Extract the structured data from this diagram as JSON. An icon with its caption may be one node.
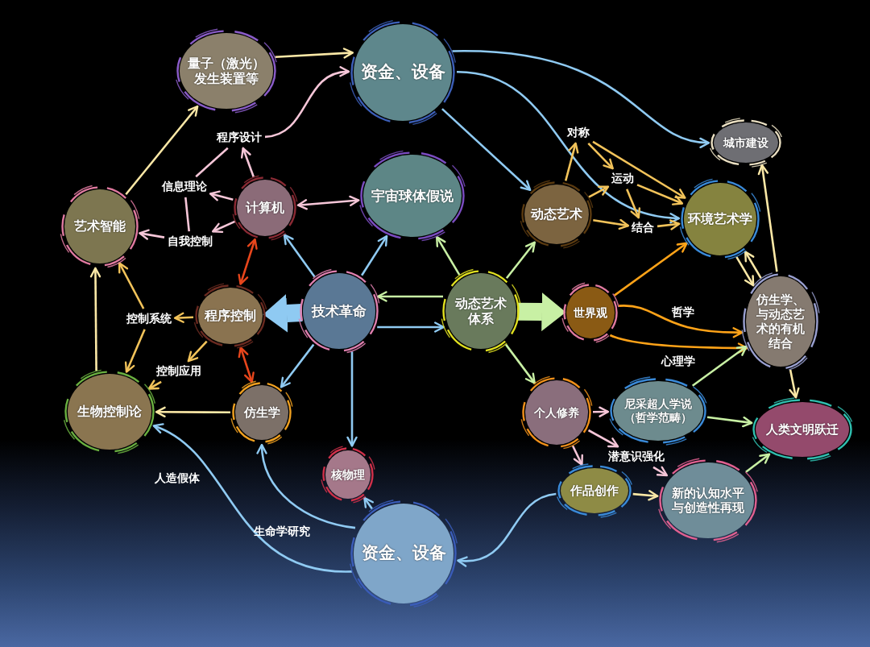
{
  "diagram": {
    "nodes": [
      {
        "text": [
          "量子（激光）发生装置等"
        ]
      },
      {
        "text": [
          "资金、设备"
        ]
      },
      {
        "text": [
          "城市建设"
        ]
      },
      {
        "text": [
          "程序设计"
        ]
      },
      {
        "text": [
          "对称"
        ]
      },
      {
        "text": [
          "宇宙球体假说"
        ]
      },
      {
        "text": [
          "信息理论"
        ]
      },
      {
        "text": [
          "计算机"
        ]
      },
      {
        "text": [
          "运动"
        ]
      },
      {
        "text": [
          "动态艺术"
        ]
      },
      {
        "text": [
          "艺术智能"
        ]
      },
      {
        "text": [
          "自我控制"
        ]
      },
      {
        "text": [
          "结合"
        ]
      },
      {
        "text": [
          "环境艺术学"
        ]
      },
      {
        "text": [
          "程序控制"
        ]
      },
      {
        "text": [
          "控制系统"
        ]
      },
      {
        "text": [
          "技术革命"
        ]
      },
      {
        "text": [
          "动态艺术体系"
        ]
      },
      {
        "text": [
          "世界观"
        ]
      },
      {
        "text": [
          "仿生学、与动态艺术的有机结合"
        ]
      },
      {
        "text": [
          "控制应用"
        ]
      },
      {
        "text": [
          "生物控制论"
        ]
      },
      {
        "text": [
          "仿生学"
        ]
      },
      {
        "text": [
          "个人修养"
        ]
      },
      {
        "text": [
          "尼采超人学说（哲学范畴）"
        ]
      },
      {
        "text": [
          "人类文明跃迁"
        ]
      },
      {
        "text": [
          "潜意识强化"
        ]
      },
      {
        "text": [
          "核物理"
        ]
      },
      {
        "text": [
          "作品创作"
        ]
      },
      {
        "text": [
          "新的认知水平与创造性再现"
        ]
      },
      {
        "text": [
          "资金、设备"
        ]
      }
    ],
    "edges": [
      {
        "from": 10,
        "to": 0,
        "arrow": "to",
        "color": "#fbe8a6"
      },
      {
        "from": 0,
        "to": 1,
        "arrow": "to",
        "color": "#fbe8a6"
      },
      {
        "from": 3,
        "to": 1,
        "arrow": "to",
        "color": "#f6c6d8"
      },
      {
        "from": 6,
        "to": 3,
        "arrow": "none",
        "color": "#f6c6d8"
      },
      {
        "from": 7,
        "to": 3,
        "arrow": "to",
        "color": "#f6c6d8"
      },
      {
        "from": 7,
        "to": 6,
        "arrow": "to",
        "color": "#f6c6d8"
      },
      {
        "from": 7,
        "to": 11,
        "arrow": "to",
        "color": "#f6c6d8"
      },
      {
        "from": 6,
        "to": 11,
        "arrow": "none",
        "color": "#f6c6d8"
      },
      {
        "from": 11,
        "to": 10,
        "arrow": "to",
        "color": "#f6c6d8"
      },
      {
        "from": 7,
        "to": 5,
        "arrow": "both",
        "color": "#f6c6d8"
      },
      {
        "from": 16,
        "to": 7,
        "arrow": "to"
      },
      {
        "from": 16,
        "to": 5,
        "arrow": "to"
      },
      {
        "from": 7,
        "to": 14,
        "arrow": "both",
        "color": "#e8461c"
      },
      {
        "from": 14,
        "to": 22,
        "arrow": "both",
        "color": "#e8461c"
      },
      {
        "from": 16,
        "to": 14,
        "arrow": "to",
        "style": "thick"
      },
      {
        "from": 14,
        "to": 15,
        "arrow": "to",
        "color": "#f2c35a"
      },
      {
        "from": 15,
        "to": 10,
        "arrow": "to",
        "color": "#f2c35a"
      },
      {
        "from": 15,
        "to": 21,
        "arrow": "to",
        "color": "#f2c35a"
      },
      {
        "from": 14,
        "to": 20,
        "arrow": "to",
        "color": "#f2c35a"
      },
      {
        "from": 20,
        "to": 21,
        "arrow": "to",
        "color": "#f2c35a"
      },
      {
        "from": 21,
        "to": 10,
        "arrow": "to",
        "color": "#fbe8a6"
      },
      {
        "from": 22,
        "to": 21,
        "arrow": "to",
        "color": "#fbe8a6"
      },
      {
        "from": 16,
        "to": 22,
        "arrow": "to"
      },
      {
        "from": 16,
        "to": 27,
        "arrow": "to"
      },
      {
        "from": 16,
        "to": 17,
        "arrow": "to"
      },
      {
        "from": 17,
        "to": 16,
        "arrow": "to",
        "color": "#c8f0a4"
      },
      {
        "from": 17,
        "to": 5,
        "arrow": "to",
        "color": "#c8f0a4"
      },
      {
        "from": 17,
        "to": 9,
        "arrow": "to",
        "color": "#c8f0a4"
      },
      {
        "from": 17,
        "to": 18,
        "arrow": "to",
        "style": "thick",
        "color": "#c8f0a4"
      },
      {
        "from": 17,
        "to": 23,
        "arrow": "to",
        "color": "#c8f0a4"
      },
      {
        "from": 1,
        "to": 2,
        "arrow": "to"
      },
      {
        "from": 1,
        "to": 13,
        "arrow": "to"
      },
      {
        "from": 1,
        "to": 9,
        "arrow": "to"
      },
      {
        "from": 9,
        "to": 4,
        "arrow": "to",
        "color": "#f2c35a"
      },
      {
        "from": 9,
        "to": 8,
        "arrow": "to",
        "color": "#f2c35a"
      },
      {
        "from": 9,
        "to": 12,
        "arrow": "to",
        "color": "#f2c35a"
      },
      {
        "from": 4,
        "to": 8,
        "arrow": "to",
        "color": "#f2c35a"
      },
      {
        "from": 4,
        "to": 13,
        "arrow": "to",
        "color": "#f2c35a"
      },
      {
        "from": 8,
        "to": 13,
        "arrow": "to",
        "color": "#f2c35a"
      },
      {
        "from": 8,
        "to": 12,
        "arrow": "to",
        "color": "#f2c35a"
      },
      {
        "from": 12,
        "to": 13,
        "arrow": "to",
        "color": "#f2c35a"
      },
      {
        "from": 18,
        "to": 13,
        "arrow": "to",
        "color": "#ffa318"
      },
      {
        "from": 18,
        "to": 19,
        "label": "哲学",
        "arrow": "to",
        "color": "#ffa318"
      },
      {
        "from": 18,
        "to": 19,
        "label": "心理学",
        "arrow": "to",
        "color": "#ffa318"
      },
      {
        "from": 13,
        "to": 19,
        "arrow": "to",
        "color": "#fbe8a6"
      },
      {
        "from": 19,
        "to": 13,
        "arrow": "to",
        "color": "#fbe8a6"
      },
      {
        "from": 19,
        "to": 2,
        "arrow": "to",
        "color": "#fbe8a6"
      },
      {
        "from": 19,
        "to": 25,
        "arrow": "to",
        "color": "#fbe8a6"
      },
      {
        "from": 23,
        "to": 24,
        "arrow": "to",
        "color": "#f6c6d8"
      },
      {
        "from": 24,
        "to": 19,
        "arrow": "to",
        "color": "#c8f0a4"
      },
      {
        "from": 24,
        "to": 25,
        "arrow": "to",
        "color": "#c8f0a4"
      },
      {
        "from": 23,
        "to": 26,
        "arrow": "to",
        "color": "#f6c6d8"
      },
      {
        "from": 23,
        "to": 28,
        "arrow": "to",
        "color": "#f6c6d8"
      },
      {
        "from": 26,
        "to": 29,
        "arrow": "to",
        "color": "#f6c6d8"
      },
      {
        "from": 28,
        "to": 29,
        "arrow": "to",
        "color": "#fbe8a6"
      },
      {
        "from": 29,
        "to": 25,
        "arrow": "to",
        "color": "#c8f0a4"
      },
      {
        "from": 28,
        "to": 30,
        "arrow": "to"
      },
      {
        "from": 30,
        "to": 27,
        "arrow": "to"
      },
      {
        "from": 30,
        "to": 22,
        "label": "生命学研究",
        "arrow": "to"
      },
      {
        "from": 30,
        "to": 21,
        "label": "人造假体",
        "arrow": "to"
      }
    ]
  }
}
